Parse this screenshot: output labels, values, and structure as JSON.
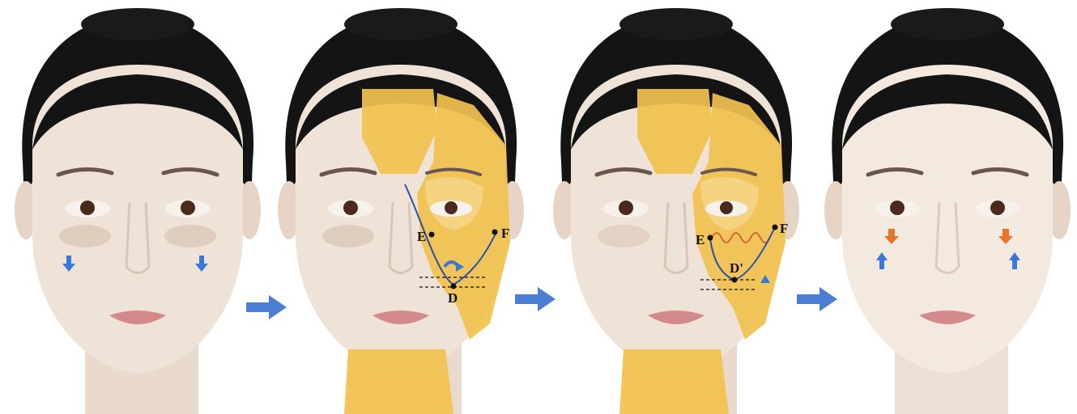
{
  "panels": [
    {
      "id": "p1",
      "arrows": {
        "color": "#3a78d8",
        "direction": "down"
      }
    },
    {
      "id": "p2",
      "labels": {
        "e": "E",
        "f": "F",
        "d": "D"
      }
    },
    {
      "id": "p3",
      "labels": {
        "e": "E",
        "f": "F",
        "d": "D'"
      }
    },
    {
      "id": "p4",
      "arrows": {
        "upper_color": "#e8742a",
        "lower_color": "#3a78d8"
      }
    }
  ],
  "colors": {
    "flow_arrow": "#4a7fd4",
    "muscle_overlay": "#f2c24f",
    "curve": "#2b4fa8",
    "wave": "#d65a2c",
    "hair": "#141414",
    "skin": "#efe2d6"
  }
}
